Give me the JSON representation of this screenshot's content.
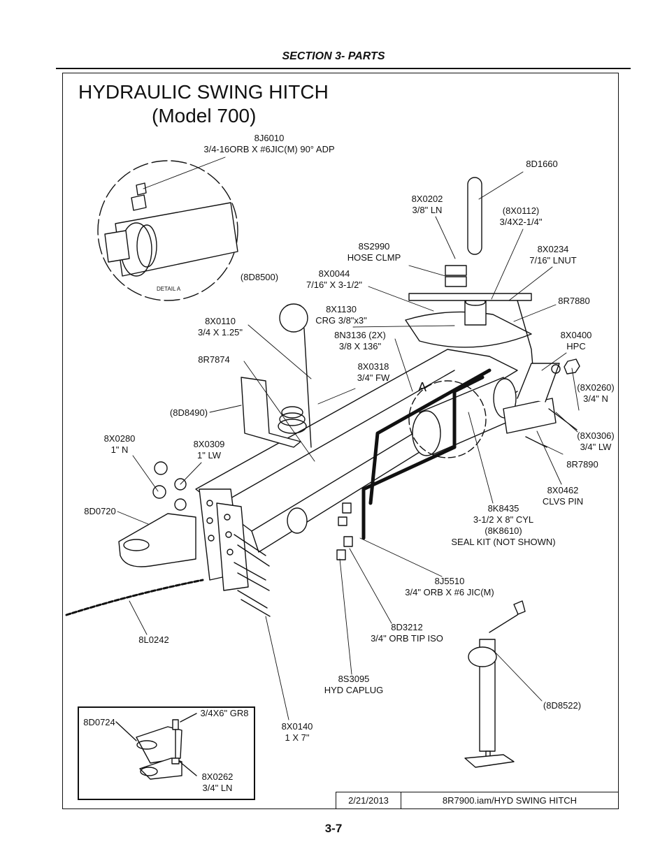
{
  "header": {
    "section": "SECTION 3- PARTS"
  },
  "title": {
    "line1": "HYDRAULIC SWING HITCH",
    "line2": "(Model 700)"
  },
  "detail": {
    "label": "DETAIL A",
    "callout": "A"
  },
  "callouts": {
    "c8J6010": {
      "part": "8J6010",
      "desc": "3/4-16ORB X #6JIC(M) 90° ADP"
    },
    "c8D1660": {
      "part": "8D1660"
    },
    "c8X0202": {
      "part": "8X0202",
      "desc": "3/8\" LN"
    },
    "c8X0112": {
      "part": "(8X0112)",
      "desc": "3/4X2-1/4\""
    },
    "c8S2990": {
      "part": "8S2990",
      "desc": "HOSE CLMP"
    },
    "c8X0234": {
      "part": "8X0234",
      "desc": "7/16\" LNUT"
    },
    "c8D8500": {
      "part": "(8D8500)"
    },
    "c8X0044": {
      "part": "8X0044",
      "desc": "7/16\" X 3-1/2\""
    },
    "c8R7880": {
      "part": "8R7880"
    },
    "c8X1130": {
      "part": "8X1130",
      "desc": "CRG 3/8\"x3\""
    },
    "c8X0110": {
      "part": "8X0110",
      "desc": "3/4 X 1.25\""
    },
    "c8N3136": {
      "part": "8N3136 (2X)",
      "desc": "3/8 X 136\""
    },
    "c8X0400": {
      "part": "8X0400",
      "desc": "HPC"
    },
    "c8R7874": {
      "part": "8R7874"
    },
    "c8X0318": {
      "part": "8X0318",
      "desc": "3/4\" FW"
    },
    "c8X0260": {
      "part": "(8X0260)",
      "desc": "3/4\" N"
    },
    "c8D8490": {
      "part": "(8D8490)"
    },
    "c8X0306": {
      "part": "(8X0306)",
      "desc": "3/4\" LW"
    },
    "c8X0280": {
      "part": "8X0280",
      "desc": "1\" N"
    },
    "c8X0309": {
      "part": "8X0309",
      "desc": "1\" LW"
    },
    "c8R7890": {
      "part": "8R7890"
    },
    "c8X0462": {
      "part": "8X0462",
      "desc": "CLVS PIN"
    },
    "c8D0720": {
      "part": "8D0720"
    },
    "c8K8435": {
      "part": "8K8435",
      "desc": "3-1/2 X 8\" CYL",
      "extra": "(8K8610)",
      "note": "SEAL KIT (NOT SHOWN)"
    },
    "c8J5510": {
      "part": "8J5510",
      "desc": "3/4\" ORB X #6 JIC(M)"
    },
    "c8D3212": {
      "part": "8D3212",
      "desc": "3/4\" ORB TIP ISO"
    },
    "c8L0242": {
      "part": "8L0242"
    },
    "c8S3095": {
      "part": "8S3095",
      "desc": "HYD CAPLUG"
    },
    "c8D8522": {
      "part": "(8D8522)"
    },
    "c8X0140": {
      "part": "8X0140",
      "desc": "1 X 7\""
    }
  },
  "inset": {
    "part": "8D0724",
    "bolt": "3/4X6\" GR8",
    "nut_part": "8X0262",
    "nut_desc": "3/4\" LN"
  },
  "title_block": {
    "date": "2/21/2013",
    "file": "8R7900.iam/HYD SWING HITCH"
  },
  "page_number": "3-7"
}
